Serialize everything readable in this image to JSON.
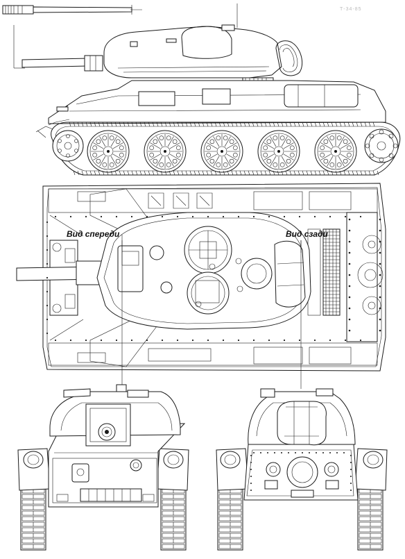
{
  "drawing": {
    "front_view_label": "Вид спереди",
    "rear_view_label": "Вид сзади",
    "corner_marking": "Т-34-85",
    "wheel_count": 5,
    "line_color": "#1a1a1a",
    "background_color": "#ffffff"
  }
}
